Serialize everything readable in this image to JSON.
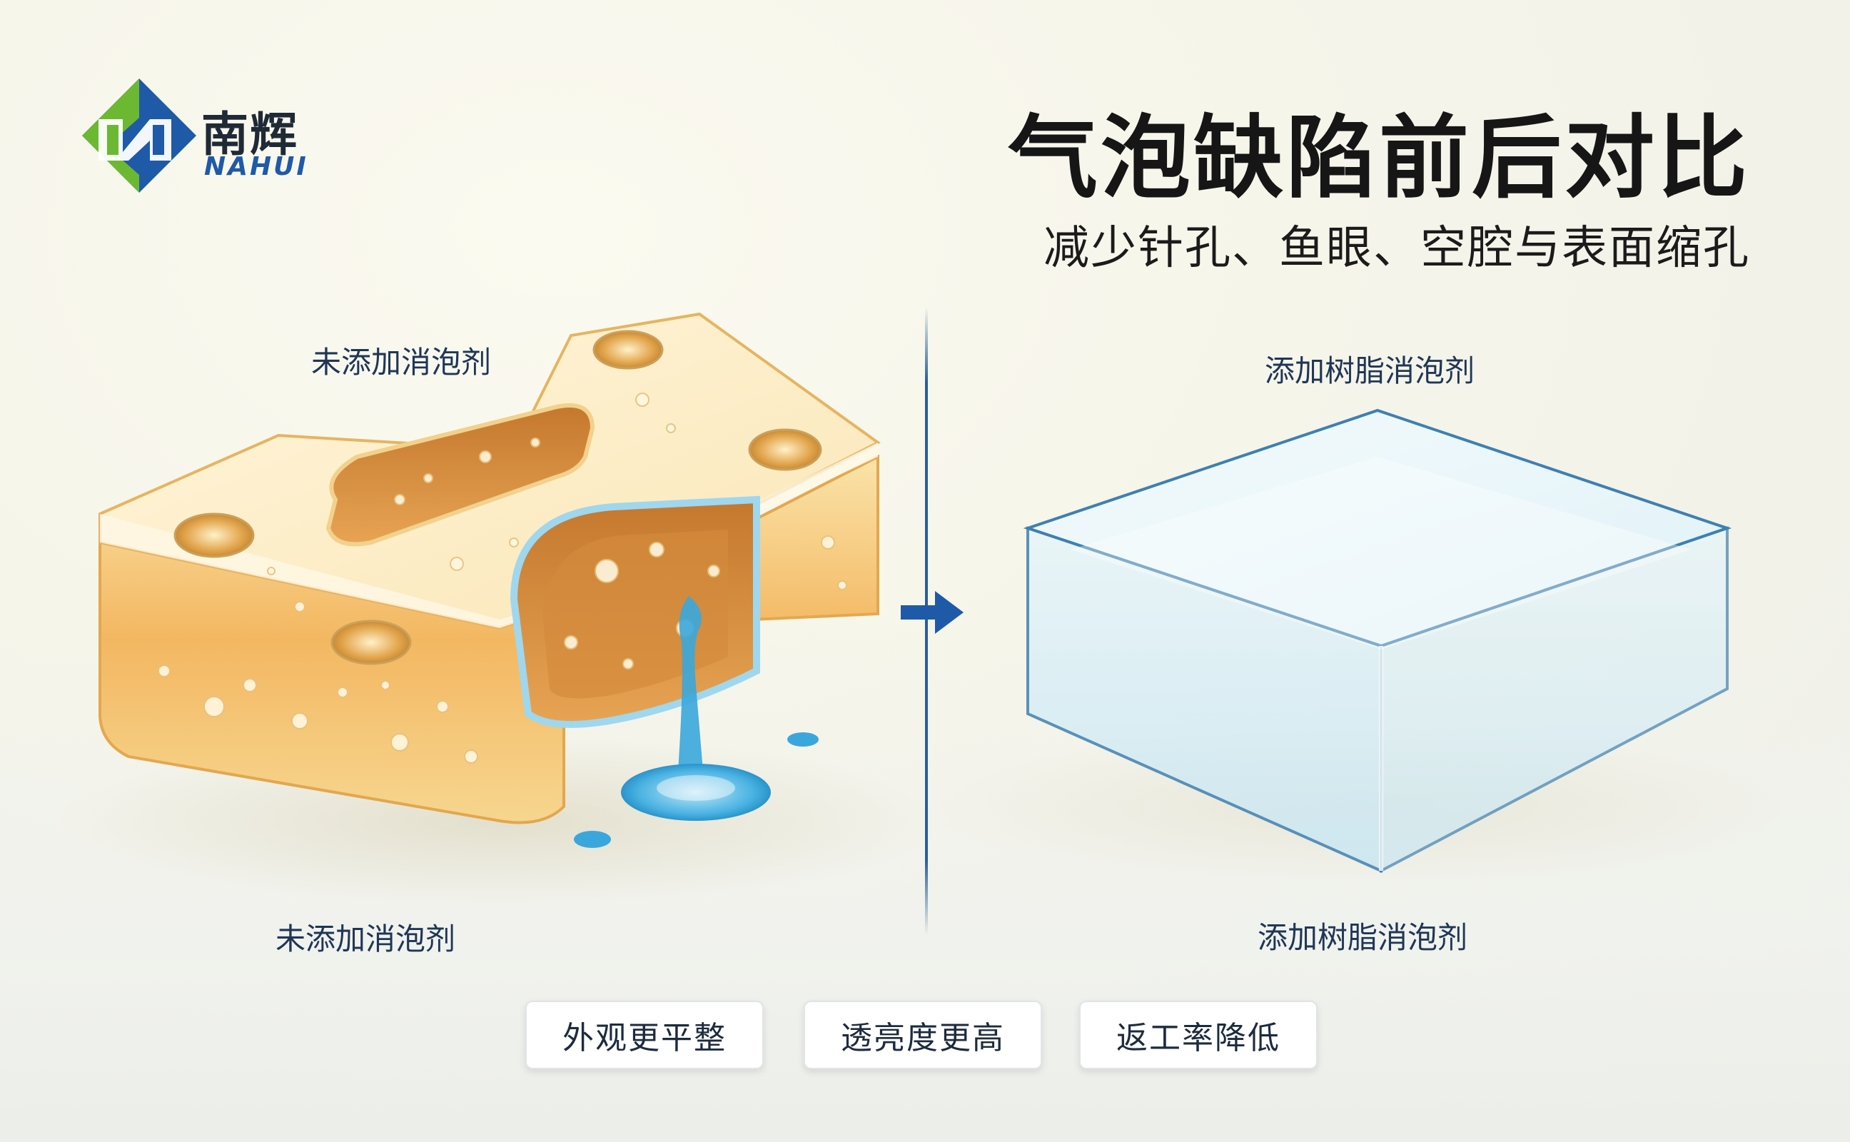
{
  "brand": {
    "name_cn": "南辉",
    "name_en": "NAHUI",
    "colors": {
      "green": "#6cb832",
      "blue": "#1e5aa8"
    }
  },
  "header": {
    "title": "气泡缺陷前后对比",
    "subtitle": "减少针孔、鱼眼、空腔与表面缩孔"
  },
  "left_panel": {
    "label_top": "未添加消泡剂",
    "label_bottom": "未添加消泡剂",
    "colors": {
      "resin": "#f0b04a",
      "droplet": "#3aa7dc"
    }
  },
  "right_panel": {
    "label_top": "添加树脂消泡剂",
    "label_bottom": "添加树脂消泡剂",
    "colors": {
      "glass": "#cfe9f3"
    }
  },
  "divider": {
    "icon": "arrow-right-icon",
    "color": "#2a5f94"
  },
  "benefits": [
    {
      "label": "外观更平整"
    },
    {
      "label": "透亮度更高"
    },
    {
      "label": "返工率降低"
    }
  ]
}
